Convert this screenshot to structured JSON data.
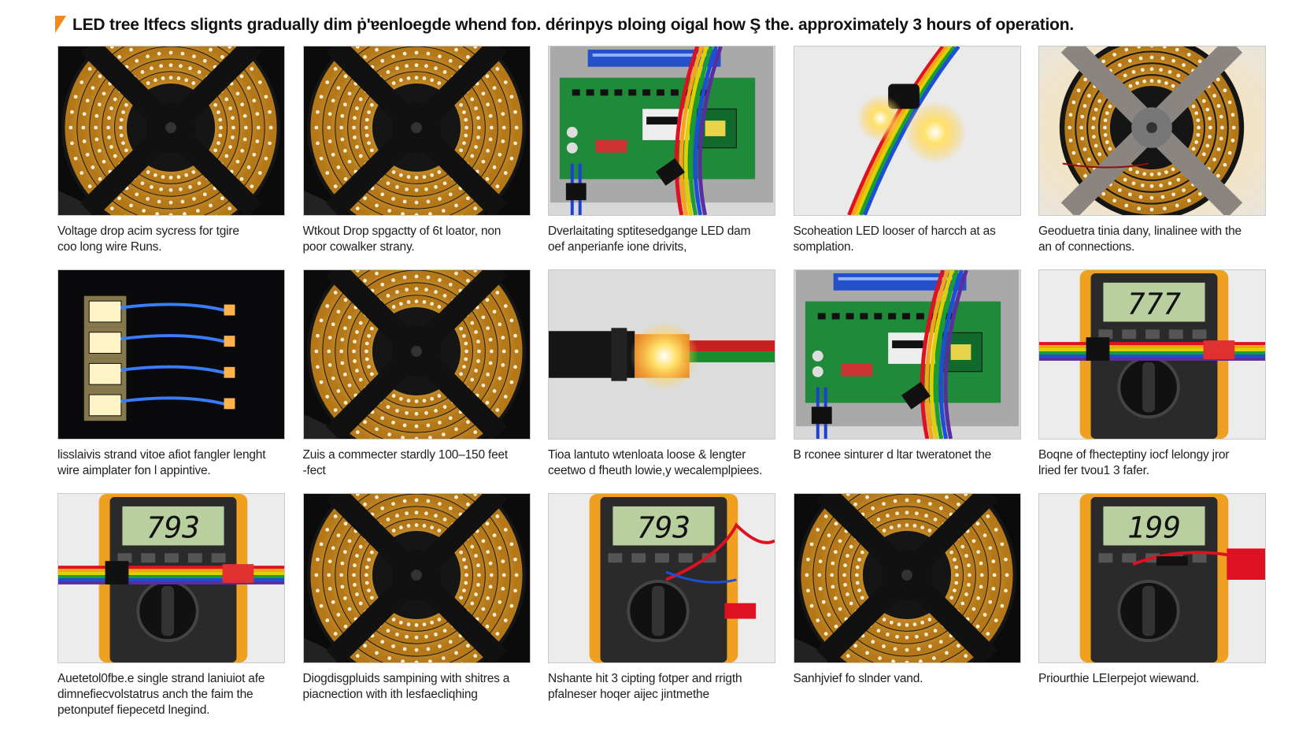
{
  "header": {
    "title": "LED tree ltfecs slignts gradually dim ṗ'ɐenloegde whend foɒ. dérinpys ɒloing oigal how Ş the. approximately 3 hours of operation.",
    "accent_color": "#f08a1c"
  },
  "tiles": [
    {
      "image": "led-reel",
      "caption": [
        "Voltage drop acim sycress for tgire",
        "coo long wire Runs."
      ]
    },
    {
      "image": "led-reel",
      "caption": [
        "Wtkout Drop spgactty of 6t loator, non",
        "poor cowalker strany."
      ]
    },
    {
      "image": "circuit-board",
      "caption": [
        "Dverlaitating sptitesedgange LED dam",
        "oef anperianfe ione drivits,"
      ]
    },
    {
      "image": "wire-connector-glow",
      "caption": [
        "Scoheation LED looser of harcch at as",
        "somplation."
      ]
    },
    {
      "image": "led-reel-bright",
      "caption": [
        "Geoduetra tinia dany, linalinee with the",
        "an of connections."
      ]
    },
    {
      "image": "led-strips-blue",
      "caption": [
        "lisslaivis strand vitoe afiot fangler lenght",
        "wire aimplater fon l appintive."
      ]
    },
    {
      "image": "led-reel",
      "caption": [
        "Zuis a commecter stardly 100–150 feet",
        "-fect"
      ]
    },
    {
      "image": "heatshrink-glow",
      "caption": [
        "Tioa lantuto wtenloata loose & lengter",
        "ceetwo d fheuth lowie,y wecalemplpiees."
      ]
    },
    {
      "image": "circuit-board",
      "caption": [
        "B rconee sinturer d ltar tweratonet the"
      ]
    },
    {
      "image": "multimeter-rainbow",
      "caption": [
        "Boqne of fhecteptiny iocf lelongy jror",
        "lried fer tvou1 3 fafer."
      ]
    },
    {
      "image": "multimeter-793",
      "caption": [
        "Auetetol0fbe.e single strand laniuiot afe",
        "dimnefiecvolstatrus anch the faim the",
        "petonputef fiepecetd lnegind."
      ]
    },
    {
      "image": "led-reel",
      "caption": [
        "Diogdisgpluids sampining with shitres a",
        "piacnection with ith lesfaecliqhing"
      ]
    },
    {
      "image": "multimeter-793-probe",
      "caption": [
        "Nshante hit 3 cipting fotper and rrigth",
        "pfalneser hoqer aijec jintmethe"
      ]
    },
    {
      "image": "led-reel",
      "caption": [
        "Sanhjvief fo slnder vand."
      ]
    },
    {
      "image": "multimeter-199",
      "caption": [
        "Priourthie LEIerpejot wiewand."
      ]
    }
  ],
  "meter_readings": {
    "a": "793",
    "b": "793",
    "c": "199",
    "d": "777"
  }
}
